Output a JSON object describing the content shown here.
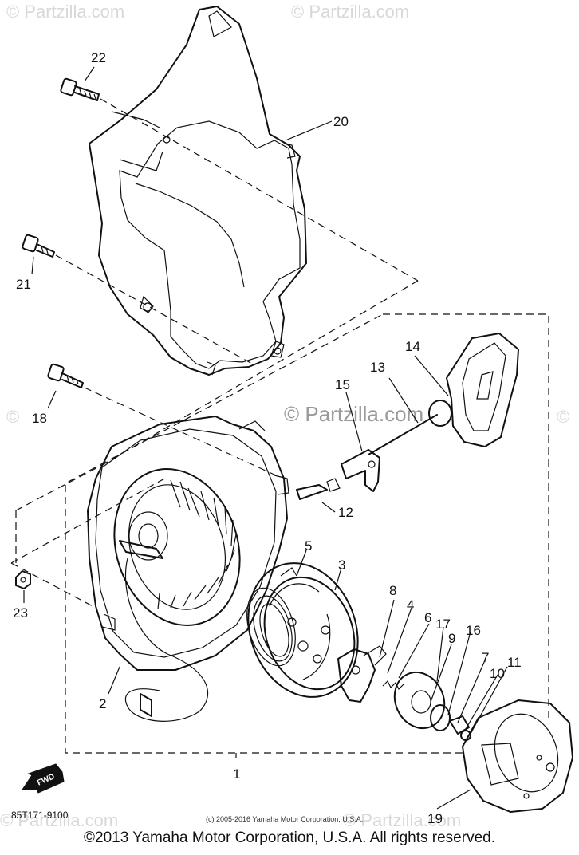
{
  "watermarks": {
    "top_left": "© Partzilla.com",
    "top_right": "© Partzilla.com",
    "center": "© Partzilla.com",
    "mid_left": "©",
    "mid_right": "©",
    "bottom_left": "© Partzilla.com",
    "bottom_right": "© Partzilla.com"
  },
  "callouts": {
    "p1": "1",
    "p2": "2",
    "p3": "3",
    "p4": "4",
    "p5": "5",
    "p6": "6",
    "p7": "7",
    "p8": "8",
    "p9": "9",
    "p10": "10",
    "p11": "11",
    "p12": "12",
    "p13": "13",
    "p14": "14",
    "p15": "15",
    "p16": "16",
    "p17": "17",
    "p18": "18",
    "p19": "19",
    "p20": "20",
    "p21": "21",
    "p22": "22",
    "p23": "23"
  },
  "fwd_label": "FWD",
  "diagram_code": "85T171-9100",
  "small_copyright": "(c) 2005-2016 Yamaha Motor Corporation, U.S.A.",
  "footer_copyright": "©2013 Yamaha Motor Corporation, U.S.A. All rights reserved."
}
